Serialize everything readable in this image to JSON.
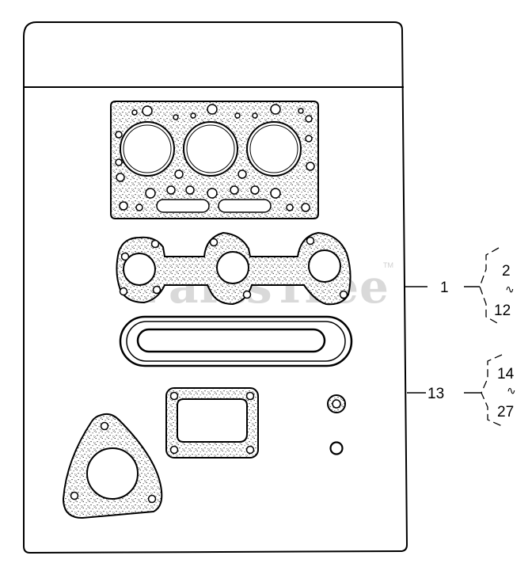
{
  "watermark": {
    "text": "PartsTree",
    "mark": "TM"
  },
  "callouts": [
    {
      "ref": "1",
      "range_from": "2",
      "range_sep": "∿",
      "range_to": "12"
    },
    {
      "ref": "13",
      "range_from": "14",
      "range_sep": "∿",
      "range_to": "27"
    }
  ],
  "parts": [
    {
      "name": "cylinder-head-gasket"
    },
    {
      "name": "manifold-gasket"
    },
    {
      "name": "oval-cover-gasket"
    },
    {
      "name": "rectangular-flange-gasket"
    },
    {
      "name": "triangular-flange-gasket"
    },
    {
      "name": "small-washer-ring"
    },
    {
      "name": "small-o-ring"
    }
  ]
}
